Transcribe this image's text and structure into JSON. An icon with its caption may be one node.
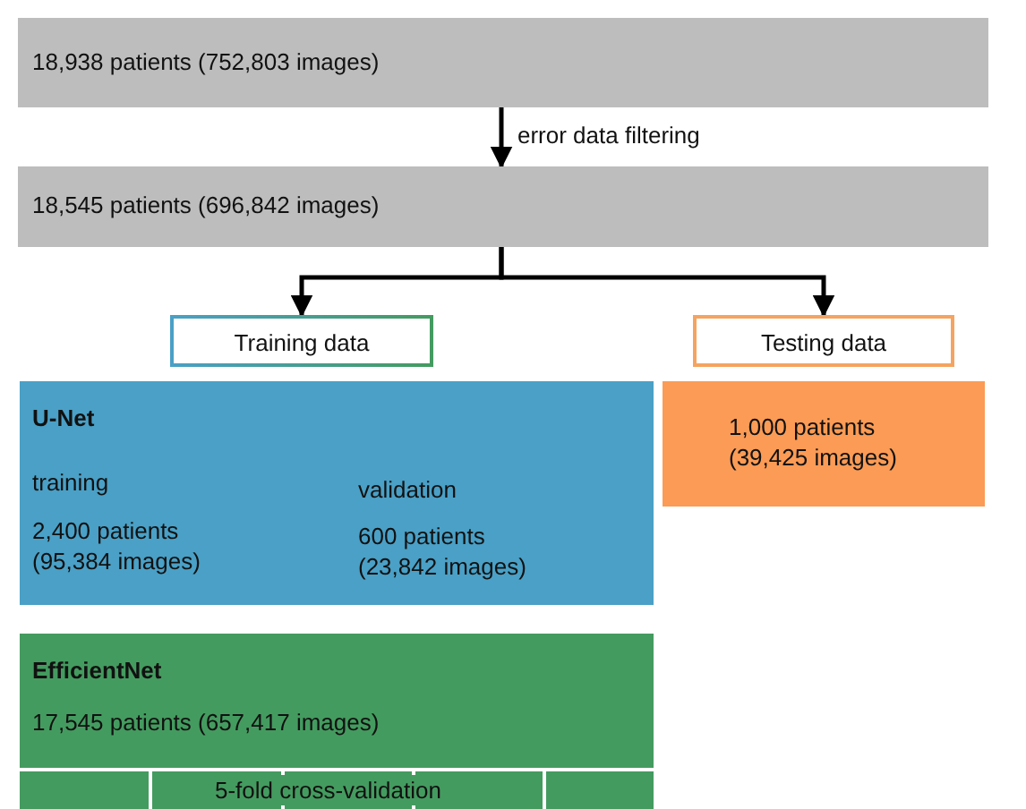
{
  "diagram": {
    "nodes": [
      {
        "text": [
          "18,938 patients  (752,803 images)"
        ]
      },
      {
        "text": [
          "18,545 patients (696,842 images)"
        ]
      },
      {
        "text": [
          "Training data"
        ]
      },
      {
        "text": [
          "Testing data"
        ]
      },
      {
        "text": [
          "U-Net"
        ]
      },
      {
        "text": [
          "training",
          "2,400 patients (95,384 images)"
        ],
        "in": 4
      },
      {
        "text": [
          "validation",
          "600 patients (23,842 images)"
        ],
        "in": 4
      },
      {
        "text": [
          "1,000 patients (39,425 images)"
        ]
      },
      {
        "text": [
          "EfficientNet",
          "17,545 patients (657,417 images)"
        ]
      }
    ],
    "edges": [
      {
        "from": 0,
        "to": 1,
        "arrow": "to",
        "label": "error data filtering"
      },
      {
        "from": 1,
        "to": 2,
        "arrow": "to"
      },
      {
        "from": 1,
        "to": 3,
        "arrow": "to"
      }
    ],
    "labels": [
      "5-fold cross-validation"
    ]
  }
}
